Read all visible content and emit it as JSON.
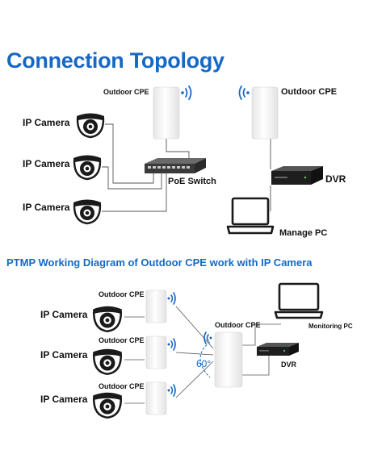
{
  "title": "Connection Topology",
  "top": {
    "cpe_left_label": "Outdoor CPE",
    "cpe_right_label": "Outdoor CPE",
    "camera_labels": [
      "IP Camera",
      "IP Camera",
      "IP Camera"
    ],
    "switch_label": "PoE Switch",
    "dvr_label": "DVR",
    "pc_label": "Manage PC"
  },
  "subtitle": "PTMP Working Diagram of Outdoor CPE work with IP Camera",
  "bottom": {
    "camera_labels": [
      "IP Camera",
      "IP Camera",
      "IP Camera"
    ],
    "cpe_labels": [
      "Outdoor CPE",
      "Outdoor CPE",
      "Outdoor CPE"
    ],
    "center_cpe_label": "Outdoor CPE",
    "angle_label": "60°",
    "pc_label": "Monitoring PC",
    "dvr_label": "DVR"
  },
  "colors": {
    "accent": "#1768c4",
    "device_white": "#f4f4f4",
    "device_dark": "#2a2a2a"
  },
  "icons": [
    "wifi-signal-icon",
    "dome-camera-icon",
    "poe-switch-icon",
    "dvr-icon",
    "laptop-icon",
    "outdoor-cpe-icon"
  ]
}
